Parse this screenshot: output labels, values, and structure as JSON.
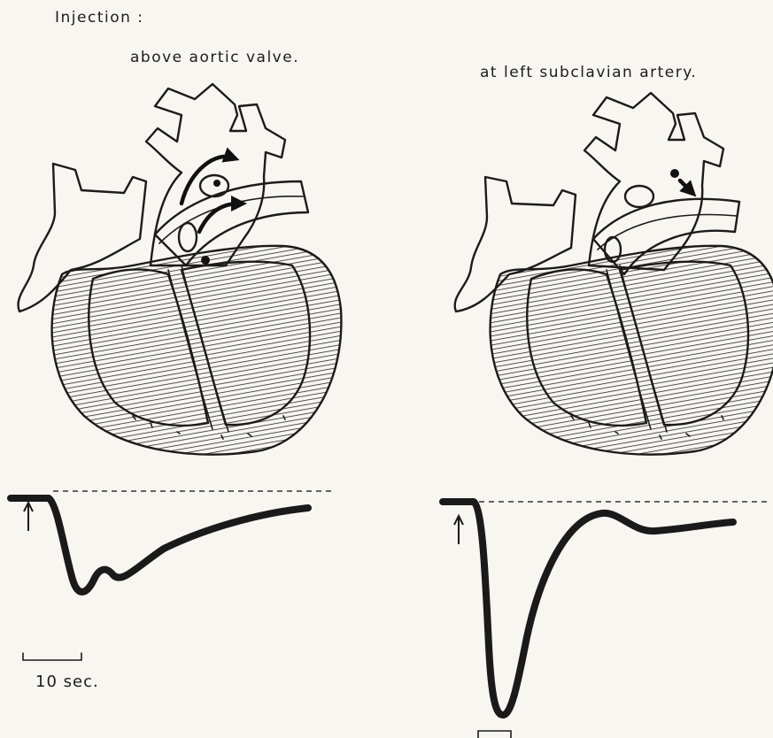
{
  "heading": "Injection :",
  "panels": [
    {
      "caption": "above aortic valve."
    },
    {
      "caption": "at left subclavian artery."
    }
  ],
  "scale_bar": {
    "label": "10 sec."
  }
}
